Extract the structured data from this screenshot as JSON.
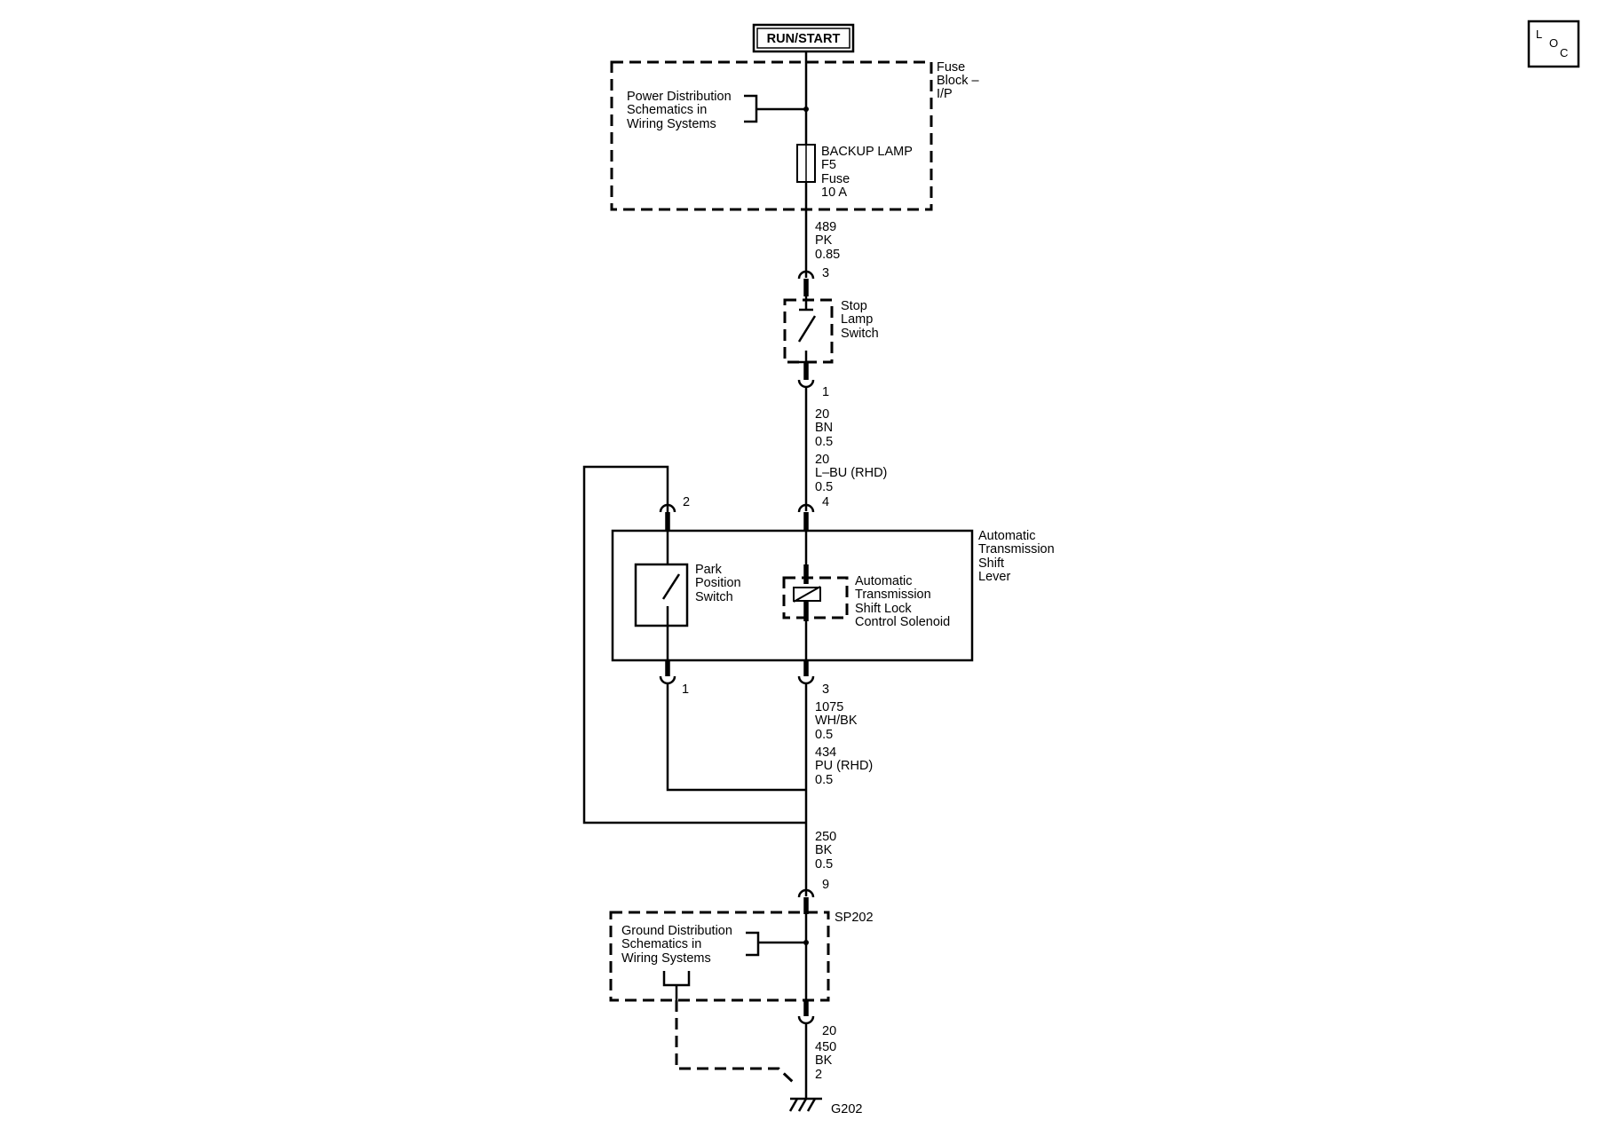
{
  "source_label": "RUN/START",
  "loc_icon": {
    "letters": [
      "L",
      "O",
      "C"
    ]
  },
  "fuse_block": {
    "name": [
      "Fuse",
      "Block –",
      "I/P"
    ],
    "power_ref": [
      "Power Distribution",
      "Schematics in",
      "Wiring Systems"
    ],
    "fuse": [
      "BACKUP LAMP",
      "F5",
      "Fuse",
      "10 A"
    ]
  },
  "wires": {
    "w1": [
      "489",
      "PK",
      "0.85"
    ],
    "w2a": [
      "20",
      "BN",
      "0.5"
    ],
    "w2b": [
      "20",
      "L–BU (RHD)",
      "0.5"
    ],
    "w3a": [
      "1075",
      "WH/BK",
      "0.5"
    ],
    "w3b": [
      "434",
      "PU (RHD)",
      "0.5"
    ],
    "w4": [
      "250",
      "BK",
      "0.5"
    ],
    "w5": [
      "450",
      "BK",
      "2"
    ]
  },
  "pins": {
    "stop_top": "3",
    "stop_bottom": "1",
    "shift_park_top": "2",
    "shift_sol_top": "4",
    "shift_park_bottom": "1",
    "shift_sol_bottom": "3",
    "sp_top": "9",
    "sp_bottom": "20"
  },
  "stop_lamp_switch": [
    "Stop",
    "Lamp",
    "Switch"
  ],
  "shift_lever": {
    "name": [
      "Automatic",
      "Transmission",
      "Shift",
      "Lever"
    ],
    "park_switch": [
      "Park",
      "Position",
      "Switch"
    ],
    "solenoid": [
      "Automatic",
      "Transmission",
      "Shift Lock",
      "Control Solenoid"
    ]
  },
  "splice": {
    "name": "SP202",
    "ground_ref": [
      "Ground Distribution",
      "Schematics in",
      "Wiring Systems"
    ]
  },
  "ground": "G202"
}
